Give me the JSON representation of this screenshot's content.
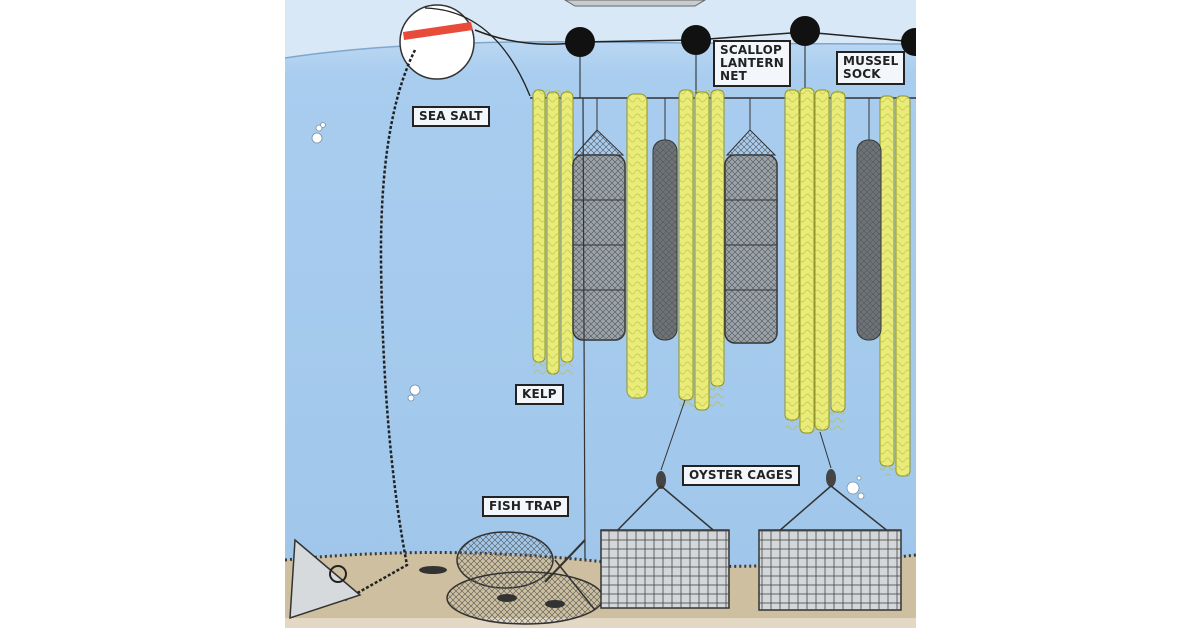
{
  "diagram": {
    "labels": {
      "sea_salt": "SEA SALT",
      "scallop": "SCALLOP\nLANTERN\nNET",
      "mussel": "MUSSEL\nSOCK",
      "kelp": "KELP",
      "fish_trap": "FISH TRAP",
      "oyster": "OYSTER CAGES"
    },
    "colors": {
      "water": "#a9cdef",
      "surface": "#d4e6f6",
      "kelp": "#eaec7a",
      "seafloor": "#c8b898",
      "buoy": "#111111",
      "marker_buoy_stripe": "#e84b3a",
      "outline": "#333333"
    }
  }
}
